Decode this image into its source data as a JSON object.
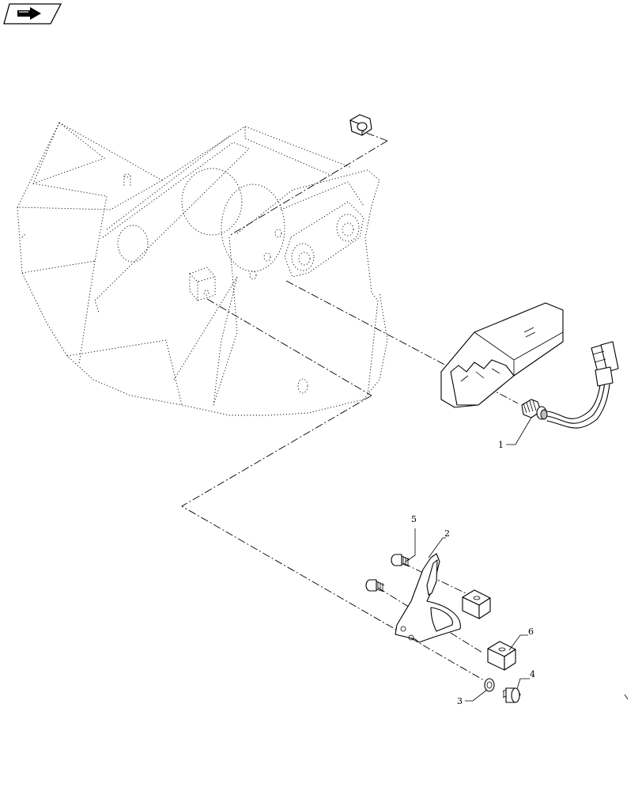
{
  "nav": {
    "icon": "next-page-arrow-icon"
  },
  "callouts": [
    {
      "id": "c1",
      "label": "1"
    },
    {
      "id": "c2",
      "label": "2"
    },
    {
      "id": "c3",
      "label": "3"
    },
    {
      "id": "c4",
      "label": "4"
    },
    {
      "id": "c5",
      "label": "5"
    },
    {
      "id": "c6",
      "label": "6"
    }
  ]
}
